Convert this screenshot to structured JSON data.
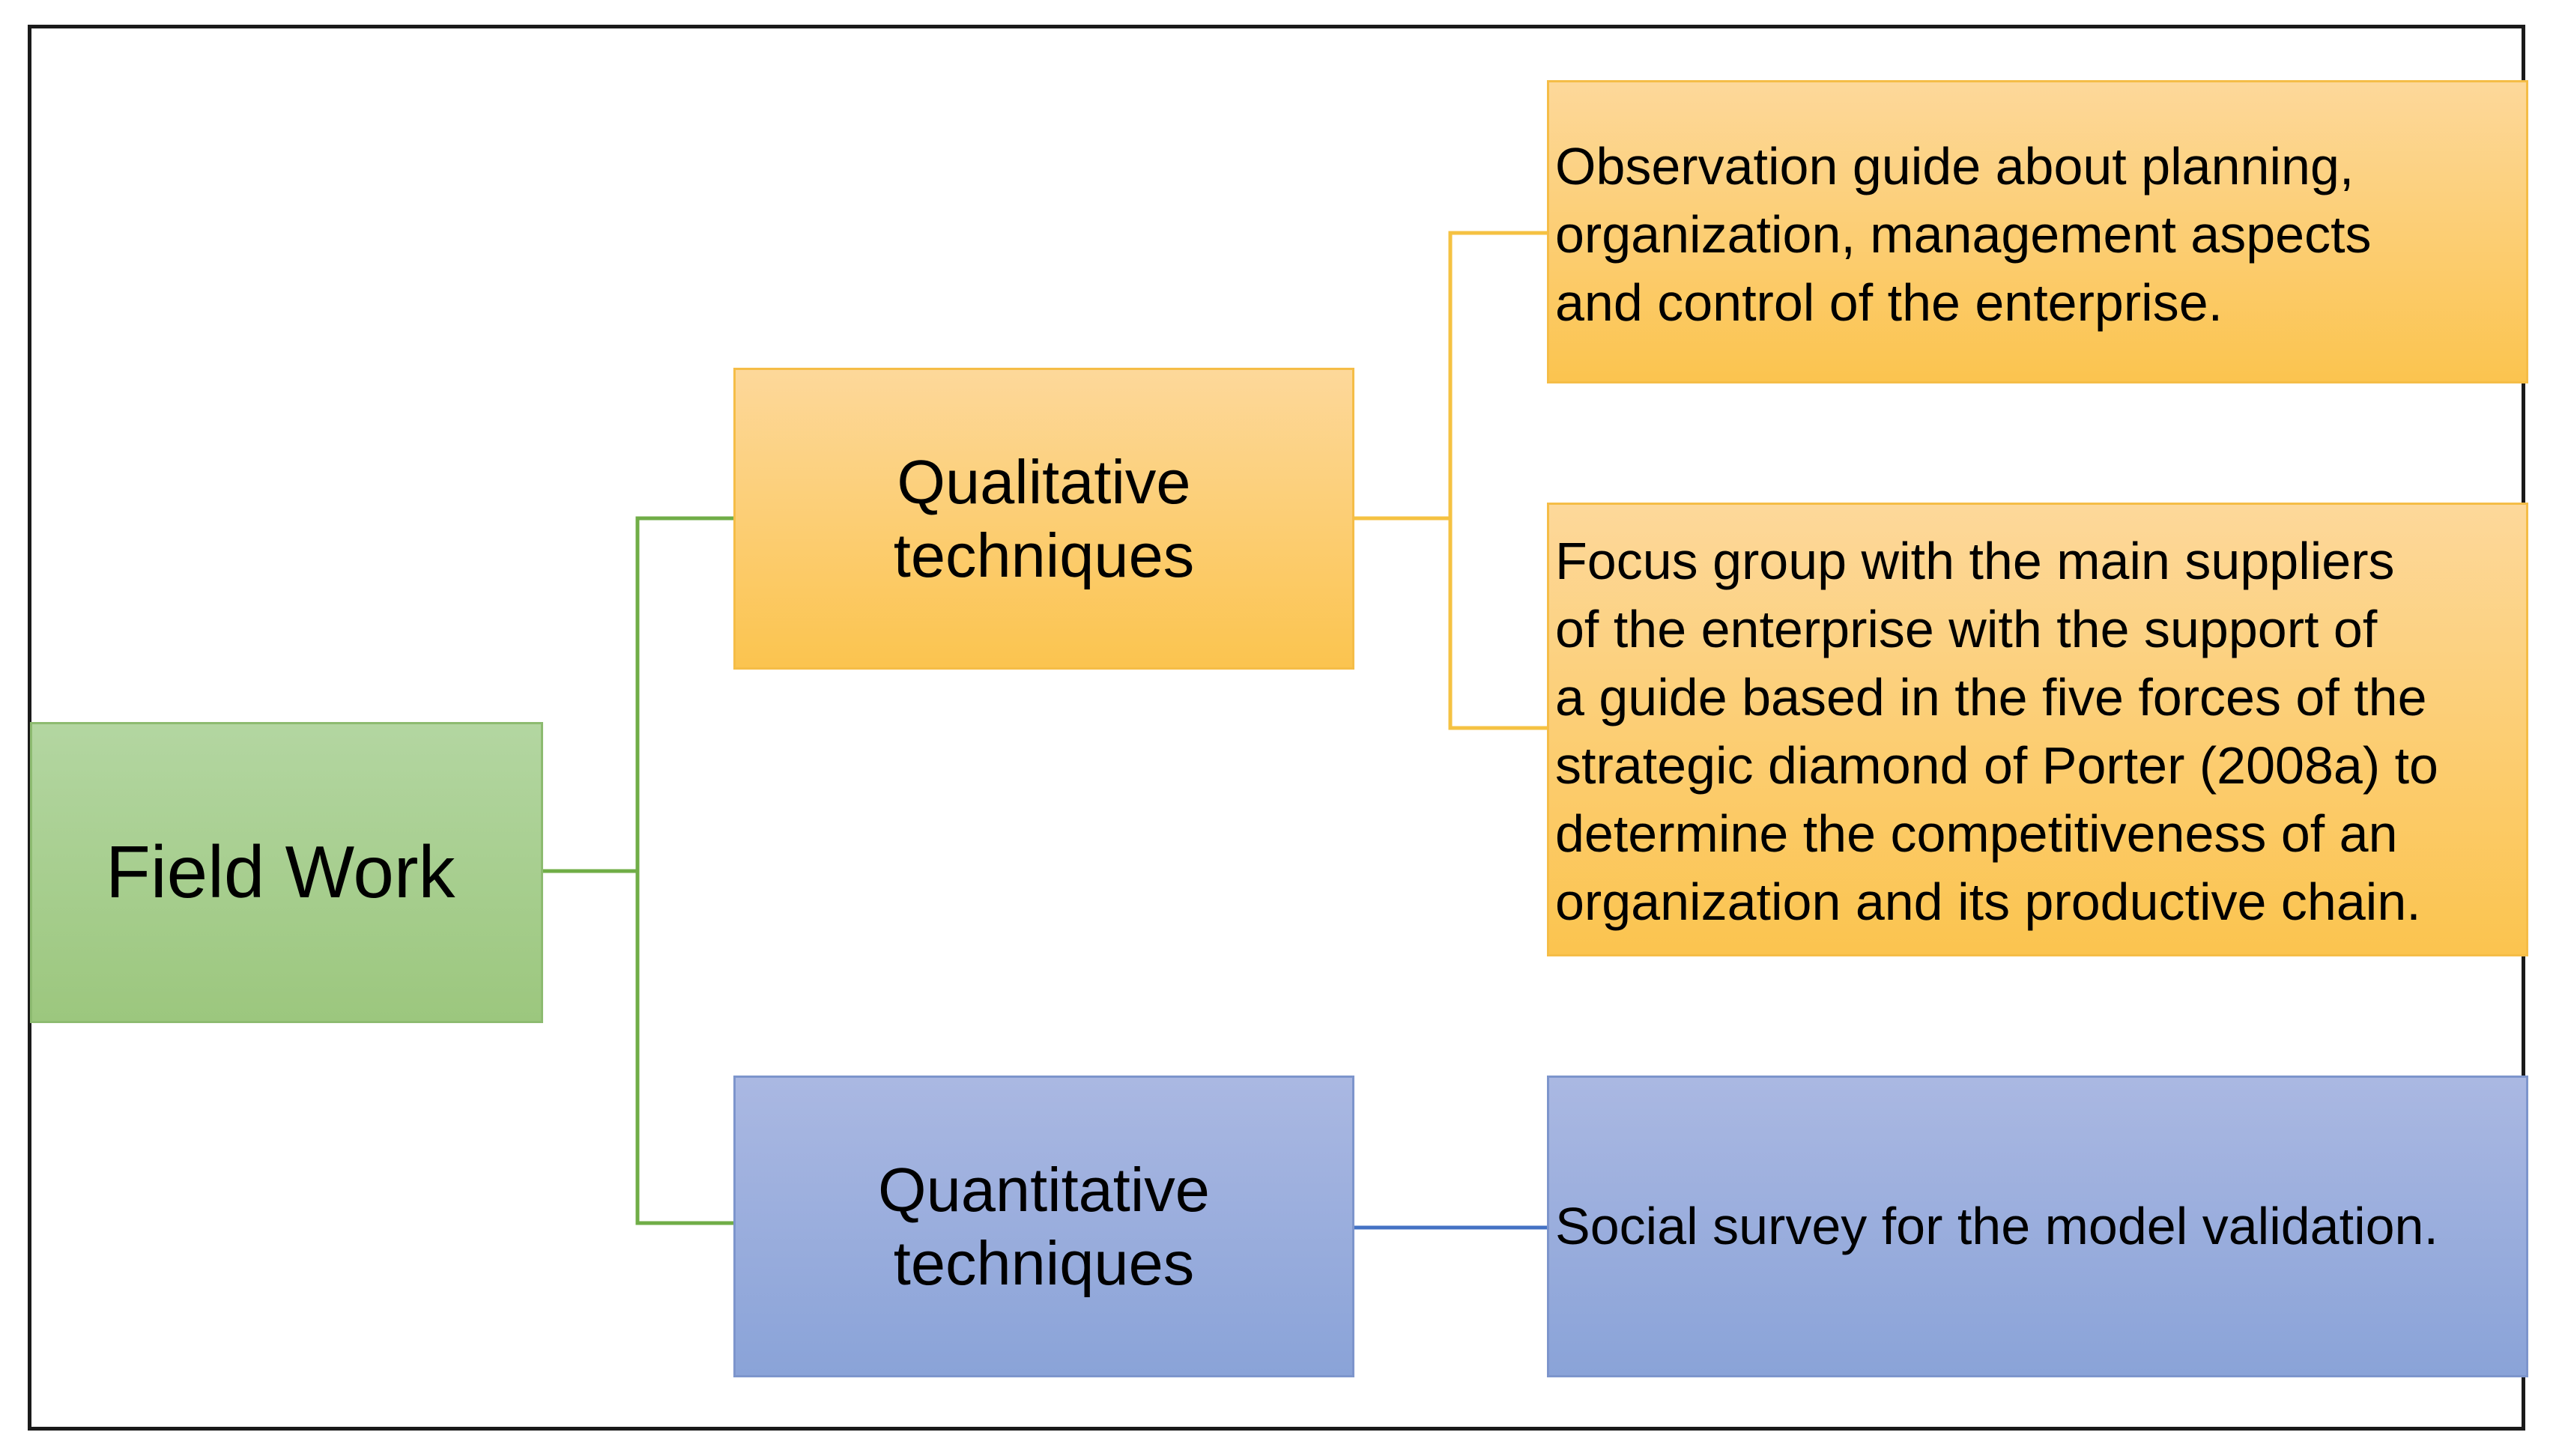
{
  "diagram": {
    "root": {
      "label": "Field Work"
    },
    "branches": [
      {
        "label": "Qualitative\ntechniques",
        "color": "#fbc44f",
        "leaves": [
          {
            "label": "Observation guide about planning,\norganization, management aspects\nand control of the enterprise."
          },
          {
            "label": "Focus group with the main suppliers\nof the enterprise with the support of\na guide based in the five forces of the\nstrategic diamond of Porter (2008a) to\ndetermine the competitiveness of an\norganization and its productive chain."
          }
        ]
      },
      {
        "label": "Quantitative\ntechniques",
        "color": "#8aa3d8",
        "leaves": [
          {
            "label": "Social survey for the model validation."
          }
        ]
      }
    ],
    "colors": {
      "root": "#9cc77e",
      "root_connector": "#70ad47",
      "qualitative_connector": "#f5c242",
      "quantitative_connector": "#4472c4"
    }
  }
}
